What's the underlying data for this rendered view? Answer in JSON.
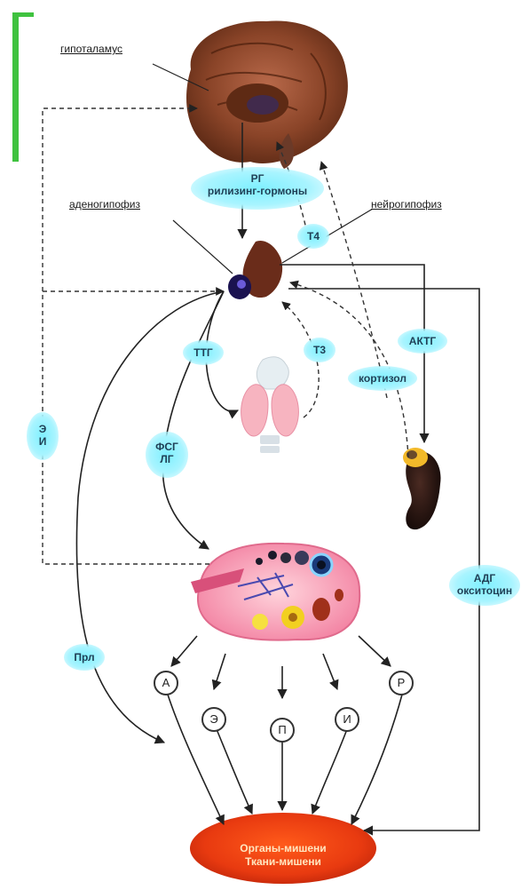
{
  "labels": {
    "hypothalamus": "гипоталамус",
    "adenohypophysis": "аденогипофиз",
    "neurohypophysis": "нейрогипофиз"
  },
  "bubbles": {
    "rg_short": "РГ",
    "rg_full": "рилизинг-гормоны",
    "t4": "T4",
    "t3": "T3",
    "ttg": "ТТГ",
    "actg": "АКТГ",
    "cortisol": "кортизол",
    "fsg": "ФСГ",
    "lg": "ЛГ",
    "e": "Э",
    "i": "И",
    "prl": "Прл",
    "adg": "АДГ",
    "oxytocin": "окситоцин"
  },
  "hormones": [
    "А",
    "Э",
    "П",
    "И",
    "Р"
  ],
  "target": {
    "organs": "Органы-мишени",
    "tissues": "Ткани-мишени"
  },
  "colors": {
    "accent": "#3fc23f",
    "bubble": "#7ff0ff",
    "target": "#e83a10",
    "brain": "#7a3d22"
  }
}
